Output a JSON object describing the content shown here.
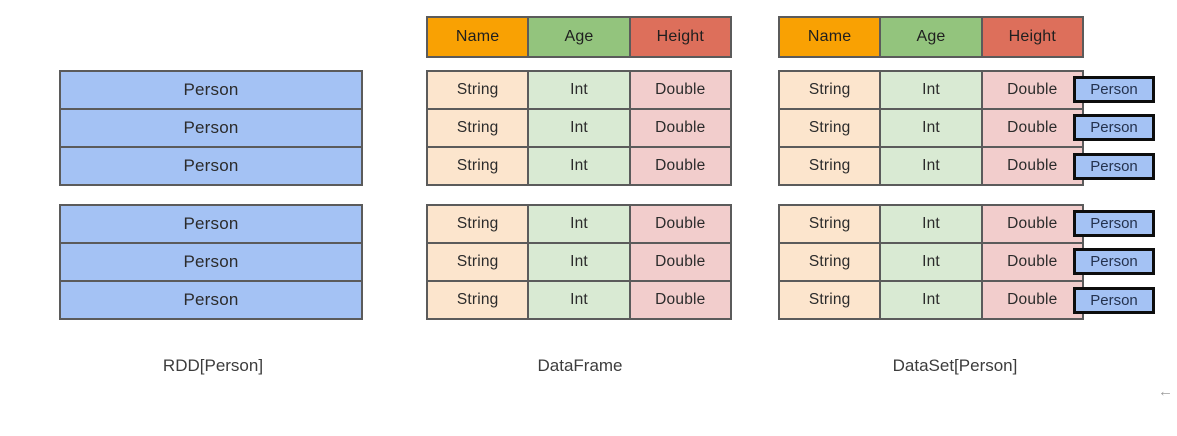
{
  "colors": {
    "header_orange": "#f9a103",
    "header_green": "#93c47d",
    "header_salmon": "#dd6f5b",
    "cell_cream": "#fce5cd",
    "cell_light_green": "#d9ead3",
    "cell_pink": "#f2cdcc",
    "person_blue": "#a4c2f4",
    "grid_border": "#5b5b5b",
    "badge_border": "#0d0d0d",
    "background": "#ffffff"
  },
  "rdd": {
    "caption": "RDD[Person]",
    "groups": [
      [
        "Person",
        "Person",
        "Person"
      ],
      [
        "Person",
        "Person",
        "Person"
      ]
    ]
  },
  "dataframe": {
    "caption": "DataFrame",
    "columns": [
      "Name",
      "Age",
      "Height"
    ],
    "cell_types": [
      "String",
      "Int",
      "Double"
    ]
  },
  "dataset": {
    "caption": "DataSet[Person]",
    "columns": [
      "Name",
      "Age",
      "Height"
    ],
    "cell_types": [
      "String",
      "Int",
      "Double"
    ],
    "object_label": "Person"
  },
  "misc": {
    "back_arrow": "←"
  }
}
